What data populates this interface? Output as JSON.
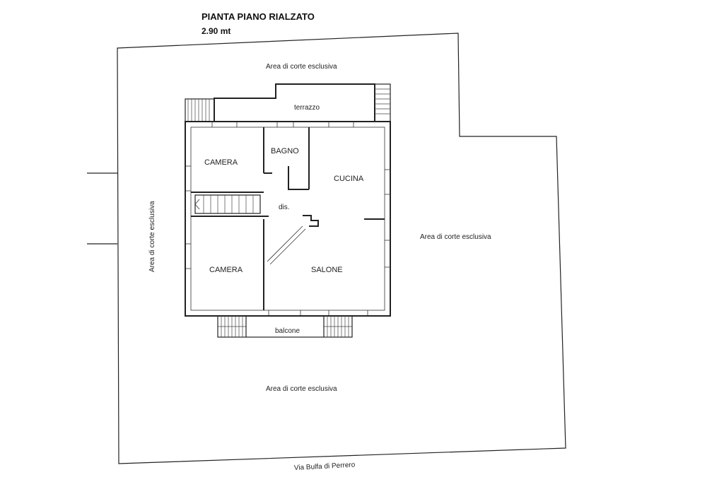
{
  "title": "PIANTA PIANO RIALZATO",
  "height_label": "2.90 mt",
  "courtyard_label": "Area di corte esclusiva",
  "street_label": "Via Bulfa di Perrero",
  "rooms": {
    "terrace": "terrazzo",
    "bedroom_top": "CAMERA",
    "bathroom": "BAGNO",
    "kitchen": "CUCINA",
    "hallway": "dis.",
    "bedroom_bottom": "CAMERA",
    "living_room": "SALONE",
    "balcony": "balcone"
  }
}
